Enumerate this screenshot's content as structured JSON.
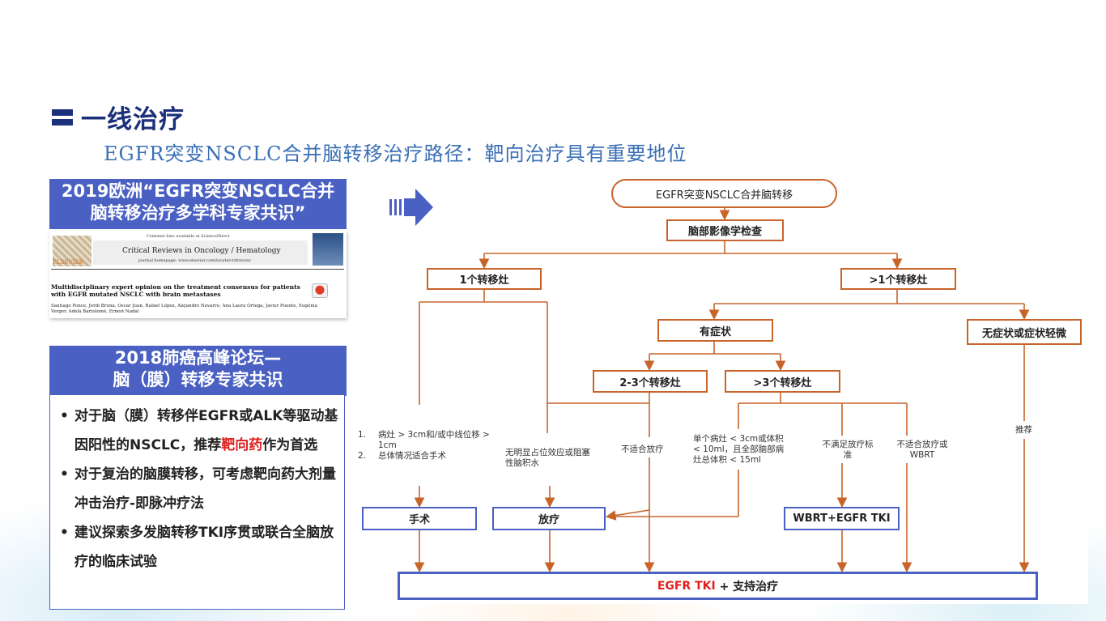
{
  "heading": "一线治疗",
  "subtitle": "EGFR突变NSCLC合并脑转移治疗路径：靶向治疗具有重要地位",
  "consensus_2019": {
    "line1": "2019欧洲“EGFR突变NSCLC合并",
    "line2": "脑转移治疗多学科专家共识”"
  },
  "paper": {
    "contents": "Contents lists available at ScienceDirect",
    "journal": "Critical Reviews in Oncology / Hematology",
    "homepage": "journal homepage: www.elsevier.com/locate/critrevonc",
    "publisher": "ELSEVIER",
    "title": "Multidisciplinary expert opinion on the treatment consensus for patients with EGFR mutated NSCLC with brain metastases",
    "authors": "Santiago Ponce, Jordi Bruna, Oscar Juan, Rafael López, Alejandro Navarro, Ana Laura Ortega, Javier Puente, Eugènia Verger, Adela Bartolomé, Ernest Nadal"
  },
  "consensus_2018": {
    "line1": "2018肺癌高峰论坛—",
    "line2": "脑（膜）转移专家共识"
  },
  "bullets": [
    {
      "pre": "对于脑（膜）转移伴EGFR或ALK等驱动基因阳性的NSCLC，推荐",
      "highlight": "靶向药",
      "post": "作为首选"
    },
    {
      "pre": "对于复治的脑膜转移，可考虑靶向药大剂量冲击治疗-即脉冲疗法",
      "highlight": "",
      "post": ""
    },
    {
      "pre": "建议探索多发脑转移TKI序贯或联合全脑放疗的临床试验",
      "highlight": "",
      "post": ""
    }
  ],
  "flow": {
    "start": "EGFR突变NSCLC合并脑转移",
    "imaging": "脑部影像学检查",
    "one_lesion": "1个转移灶",
    "more_lesion": ">1个转移灶",
    "symptomatic": "有症状",
    "asymptomatic": "无症状或症状轻微",
    "lesion_2_3": "2-3个转移灶",
    "lesion_gt3": ">3个转移灶",
    "surgery": "手术",
    "radiotherapy": "放疗",
    "wbrt_tki": "WBRT+EGFR TKI",
    "tki_red": "EGFR TKI",
    "tki_rest": " + 支持治疗",
    "cond_surgery": [
      {
        "num": "1.",
        "text": "病灶 > 3cm和/或中线位移 > 1cm"
      },
      {
        "num": "2.",
        "text": "总体情况适合手术"
      }
    ],
    "cond_no_effect": "无明显占位效应或阻塞性脑积水",
    "cond_not_suitable_rt": "不适合放疗",
    "cond_single": "单个病灶 < 3cm或体积 < 10ml，且全部脑部病灶总体积 < 15ml",
    "cond_not_meet": "不满足放疗标准",
    "cond_not_suitable_wbrt": "不适合放疗或WBRT",
    "cond_recommend": "推荐"
  },
  "colors": {
    "brand_blue": "#1c2f7a",
    "box_blue": "#4a60c2",
    "flow_orange": "#c8642a",
    "highlight_red": "#e02020"
  }
}
